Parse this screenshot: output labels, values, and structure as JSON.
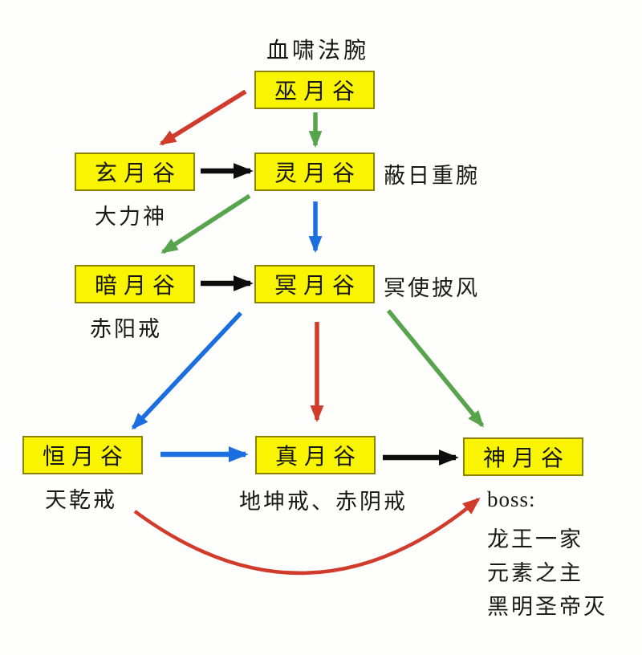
{
  "diagram": {
    "title": "血啸法腕",
    "nodes": [
      {
        "id": "wu",
        "label": "巫月谷"
      },
      {
        "id": "xuan",
        "label": "玄月谷"
      },
      {
        "id": "ling",
        "label": "灵月谷"
      },
      {
        "id": "an",
        "label": "暗月谷"
      },
      {
        "id": "ming",
        "label": "冥月谷"
      },
      {
        "id": "heng",
        "label": "恒月谷"
      },
      {
        "id": "zhen",
        "label": "真月谷"
      },
      {
        "id": "shen",
        "label": "神月谷"
      }
    ],
    "notes": {
      "xuan": "大力神",
      "ling": "蔽日重腕",
      "an": "赤阳戒",
      "ming": "冥使披风",
      "heng": "天乾戒",
      "zhen": "地坤戒、赤阴戒"
    },
    "boss": {
      "heading": "boss:",
      "items": [
        "龙王一家",
        "元素之主",
        "黑明圣帝灭"
      ]
    },
    "edges": [
      {
        "from": "wu",
        "to": "xuan",
        "color": "red"
      },
      {
        "from": "wu",
        "to": "ling",
        "color": "green"
      },
      {
        "from": "xuan",
        "to": "ling",
        "color": "black"
      },
      {
        "from": "ling",
        "to": "an",
        "color": "green"
      },
      {
        "from": "ling",
        "to": "ming",
        "color": "blue"
      },
      {
        "from": "an",
        "to": "ming",
        "color": "black"
      },
      {
        "from": "ming",
        "to": "heng",
        "color": "blue"
      },
      {
        "from": "ming",
        "to": "zhen",
        "color": "red"
      },
      {
        "from": "ming",
        "to": "shen",
        "color": "green"
      },
      {
        "from": "heng",
        "to": "zhen",
        "color": "blue"
      },
      {
        "from": "zhen",
        "to": "shen",
        "color": "black"
      },
      {
        "from": "heng",
        "to": "shen",
        "color": "red",
        "style": "curved"
      }
    ],
    "colors": {
      "red": "#d13b2c",
      "green": "#57a44c",
      "blue": "#1a6ee0",
      "black": "#0d0d0d",
      "box_fill": "#f9f500",
      "box_border": "#8f8200"
    }
  }
}
